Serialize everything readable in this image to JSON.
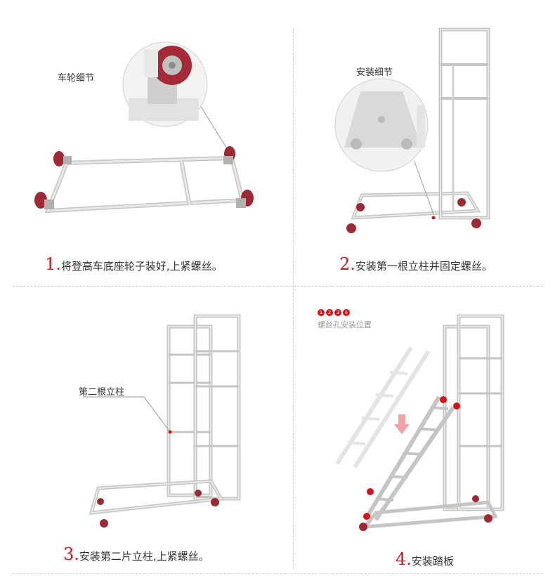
{
  "steps": [
    {
      "num": "1.",
      "text": "将登高车底座轮子装好,上紧螺丝。",
      "callout": "车轮细节"
    },
    {
      "num": "2.",
      "text": "安装第一根立柱并固定螺丝。",
      "callout": "安装细节"
    },
    {
      "num": "3.",
      "text": "安装第二片立柱,上紧螺丝。",
      "callout": "第二根立柱"
    },
    {
      "num": "4.",
      "text": "安装踏板",
      "callout": "螺丝孔安装位置",
      "markers": [
        "1",
        "2",
        "3",
        "4"
      ]
    }
  ],
  "colors": {
    "accent": "#d6121b",
    "frame": "#e6e6e3",
    "frame_edge": "#b9bbb8",
    "wheel": "#9b2a35"
  }
}
